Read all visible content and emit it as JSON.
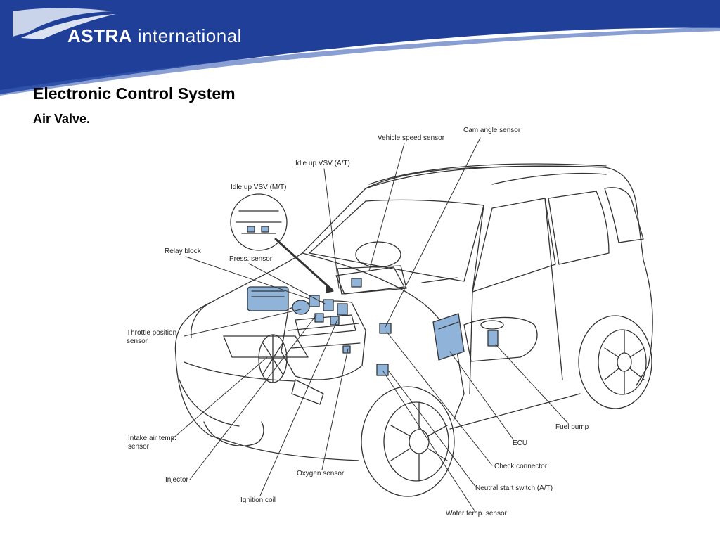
{
  "header": {
    "brand_bold": "ASTRA",
    "brand_rest": " international",
    "colors": {
      "band": "#1f3f99",
      "band_light": "#c9d3ea",
      "sensor_fill": "#8fb3d9"
    }
  },
  "slide": {
    "title": "Electronic Control System",
    "subtitle": "Air Valve."
  },
  "diagram": {
    "labels": {
      "vehicle_speed_sensor": "Vehicle speed sensor",
      "cam_angle_sensor": "Cam angle sensor",
      "idle_up_vsv_at": "Idle up VSV (A/T)",
      "idle_up_vsv_mt": "Idle up VSV (M/T)",
      "relay_block": "Relay block",
      "press_sensor": "Press. sensor",
      "throttle_position_sensor": "Throttle position sensor",
      "intake_air_temp_sensor": "Intake air temp. sensor",
      "injector": "Injector",
      "ignition_coil": "Ignition coil",
      "oxygen_sensor": "Oxygen sensor",
      "water_temp_sensor": "Water temp. sensor",
      "neutral_start_switch": "Neutral start switch (A/T)",
      "check_connector": "Check connector",
      "ecu": "ECU",
      "fuel_pump": "Fuel pump"
    }
  }
}
